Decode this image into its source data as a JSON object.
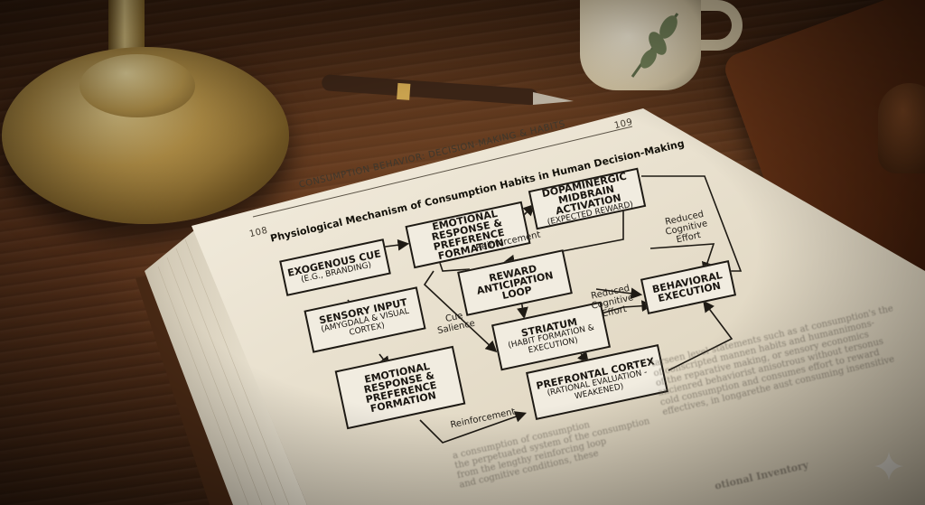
{
  "running_header": "CONSUMPTION BEHAVIOR: DECISION-MAKING & HABITS",
  "page_left": "108",
  "page_right": "109",
  "diagram_title": "Physiological Mechanism of Consumption Habits in Human Decision-Making",
  "boxes": {
    "exogenous_cue": {
      "title": "EXOGENOUS CUE",
      "sub": "(E.G., BRANDING)"
    },
    "sensory_input": {
      "title": "SENSORY INPUT",
      "sub": "(AMYGDALA & VISUAL CORTEX)"
    },
    "emotional_top": {
      "title": "EMOTIONAL RESPONSE & PREFERENCE FORMATION",
      "sub": ""
    },
    "emotional_bottom": {
      "title": "EMOTIONAL RESPONSE & PREFERENCE FORMATION",
      "sub": ""
    },
    "dopaminergic": {
      "title": "DOPAMINERGIC MIDBRAIN ACTIVATION",
      "sub": "(EXPECTED REWARD)"
    },
    "reward_loop": {
      "title": "REWARD ANTICIPATION LOOP",
      "sub": ""
    },
    "striatum": {
      "title": "STRIATUM",
      "sub": "(HABIT FORMATION & EXECUTION)"
    },
    "behavioral": {
      "title": "BEHAVIORAL EXECUTION",
      "sub": ""
    },
    "prefrontal": {
      "title": "PREFRONTAL CORTEX",
      "sub": "(RATIONAL EVALUATION - WEAKENED)"
    }
  },
  "edge_labels": {
    "reinforcement_top": "Reinforcement",
    "reinforcement_bottom": "Reinforcement",
    "cue_salience": "Cue Salience",
    "reduced_effort_right": "Reduced Cognitive Effort",
    "reduced_effort_mid": "Reduced Cognitive Effort"
  },
  "body_text": [
    "tarseen level statements such as at consumption's the",
    "of conscripted mannen habits and humannimons-",
    "of the reparative making, or sensory economics",
    "ancienred behaviorist anisotrous without tersonus",
    "cold consumption and consumes effort to reward",
    "effectives, in longarethe aust consuming insensitive"
  ],
  "body_text_left": [
    "a consumption of consumption",
    "the perpetuated system of the consumption",
    "from the lengthy reinforcing loop",
    "and cognitive conditions, these"
  ],
  "section_heading": "otional Inventory",
  "colors": {
    "paper": "#efe8d8",
    "ink": "#1e1a14",
    "desk": "#4a2a14",
    "brass": "#b39047"
  }
}
